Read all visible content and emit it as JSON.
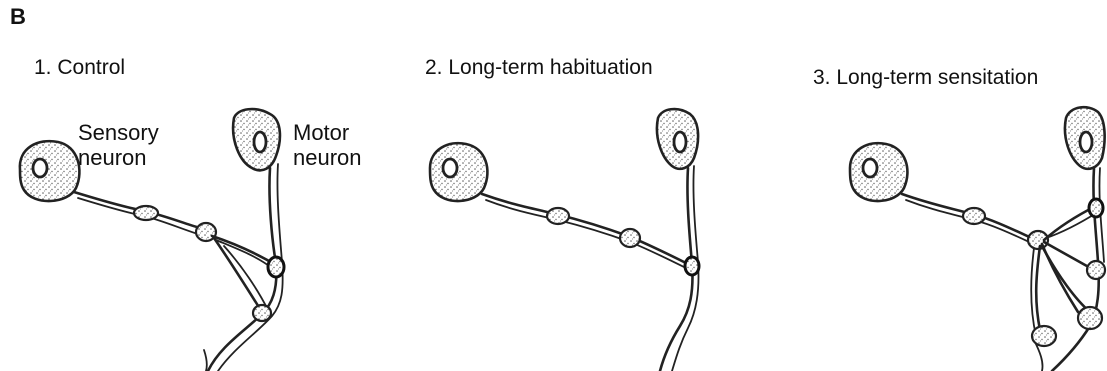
{
  "figure": {
    "panel_letter": "B",
    "panels": [
      {
        "title": "1. Control"
      },
      {
        "title": "2. Long-term habituation"
      },
      {
        "title": "3. Long-term sensitation"
      }
    ],
    "labels": {
      "sensory": "Sensory neuron",
      "motor": "Motor neuron"
    }
  }
}
